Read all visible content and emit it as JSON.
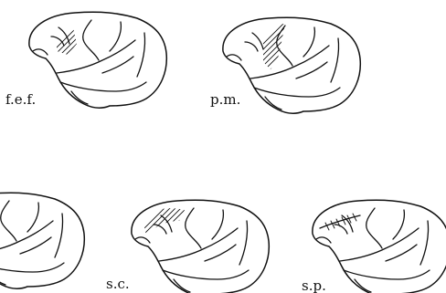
{
  "panels": [
    {
      "label": "f.e.f.",
      "region": "frontal-eye-field"
    },
    {
      "label": "p.m.",
      "region": "premotor"
    },
    {
      "label": "",
      "region": "none"
    },
    {
      "label": "s.c.",
      "region": "superior-colliculus"
    },
    {
      "label": "s.p.",
      "region": "sulcus-principalis"
    }
  ]
}
